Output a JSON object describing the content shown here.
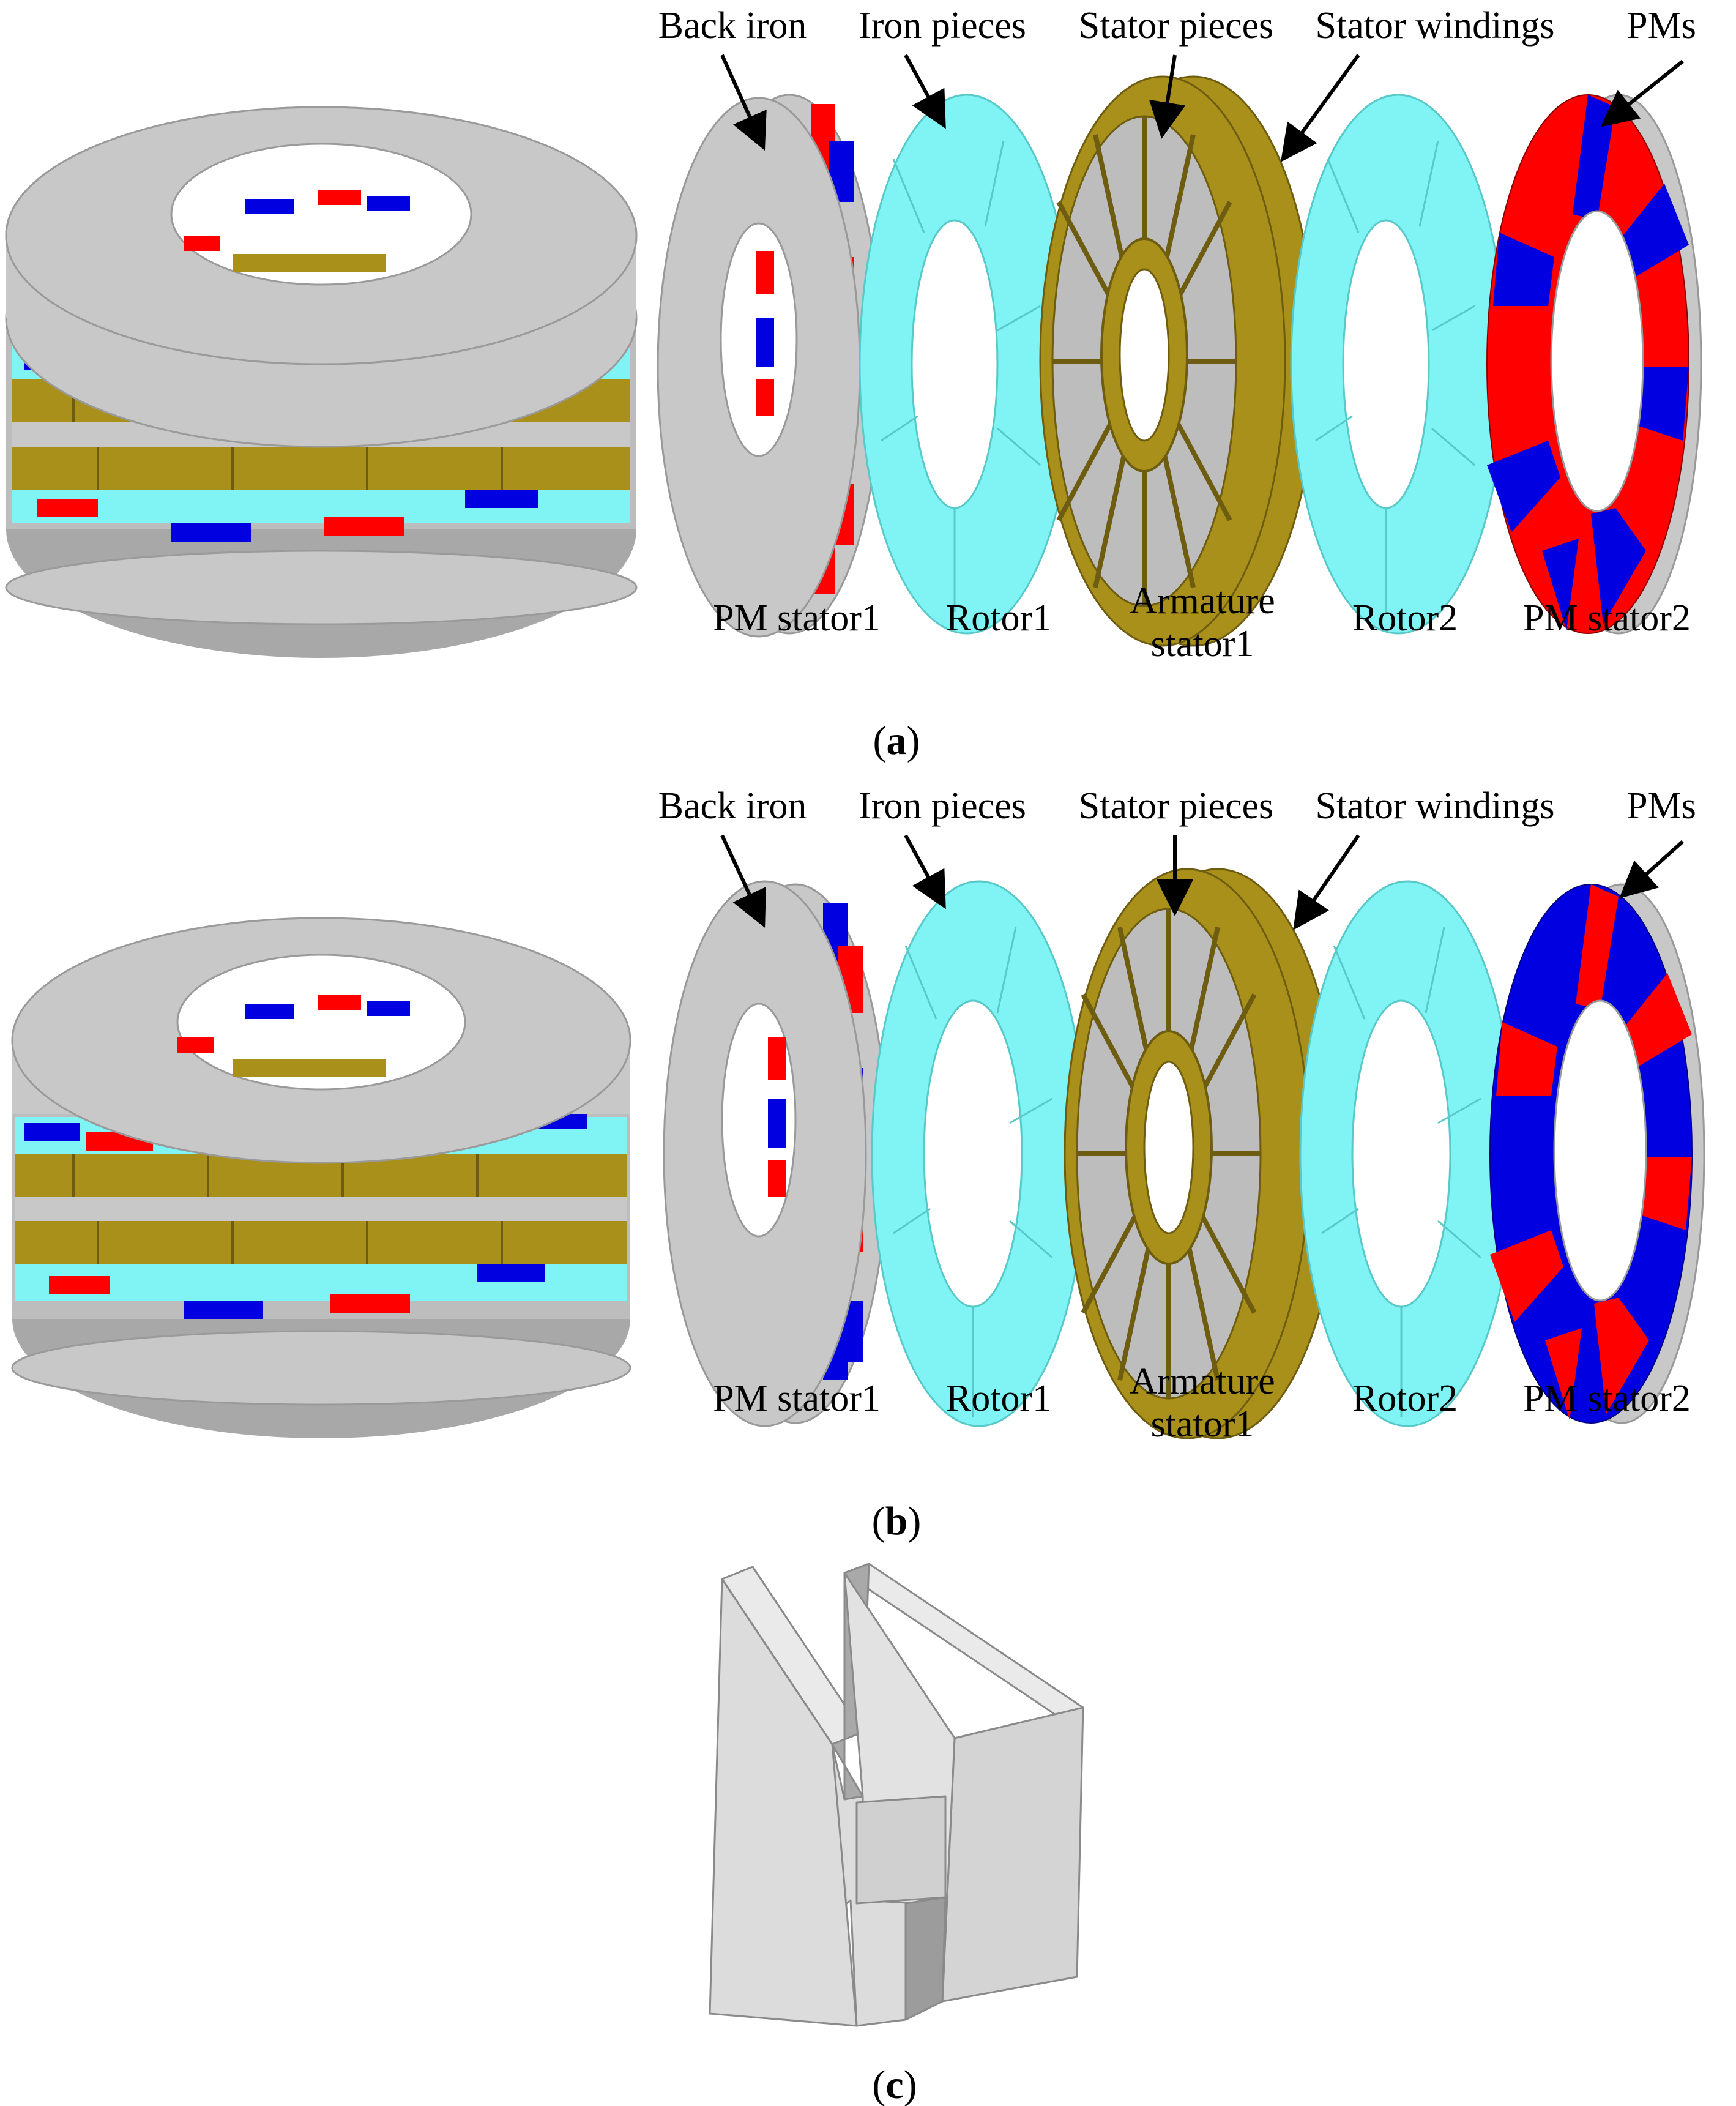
{
  "panels": [
    {
      "id": "a",
      "caption": "a",
      "top_labels": [
        "Back iron",
        "Iron pieces",
        "Stator pieces",
        "Stator windings",
        "PMs"
      ],
      "bottom_labels": [
        {
          "lines": [
            "PM stator1"
          ]
        },
        {
          "lines": [
            "Rotor1"
          ]
        },
        {
          "lines": [
            "Armature",
            "stator1"
          ]
        },
        {
          "lines": [
            "Rotor2"
          ]
        },
        {
          "lines": [
            "PM stator2"
          ]
        }
      ]
    },
    {
      "id": "b",
      "caption": "b",
      "top_labels": [
        "Back iron",
        "Iron pieces",
        "Stator pieces",
        "Stator windings",
        "PMs"
      ],
      "bottom_labels": [
        {
          "lines": [
            "PM stator1"
          ]
        },
        {
          "lines": [
            "Rotor1"
          ]
        },
        {
          "lines": [
            "Armature",
            "stator1"
          ]
        },
        {
          "lines": [
            "Rotor2"
          ]
        },
        {
          "lines": [
            "PM stator2"
          ]
        }
      ]
    },
    {
      "id": "c",
      "caption": "c"
    }
  ],
  "colors": {
    "back_iron": "#c8c8c8",
    "iron_pieces": "#80f4f4",
    "winding": "#a8901a",
    "pm_red": "#ff0000",
    "pm_blue": "#0000e0",
    "h_piece": "#d9d9d9"
  }
}
